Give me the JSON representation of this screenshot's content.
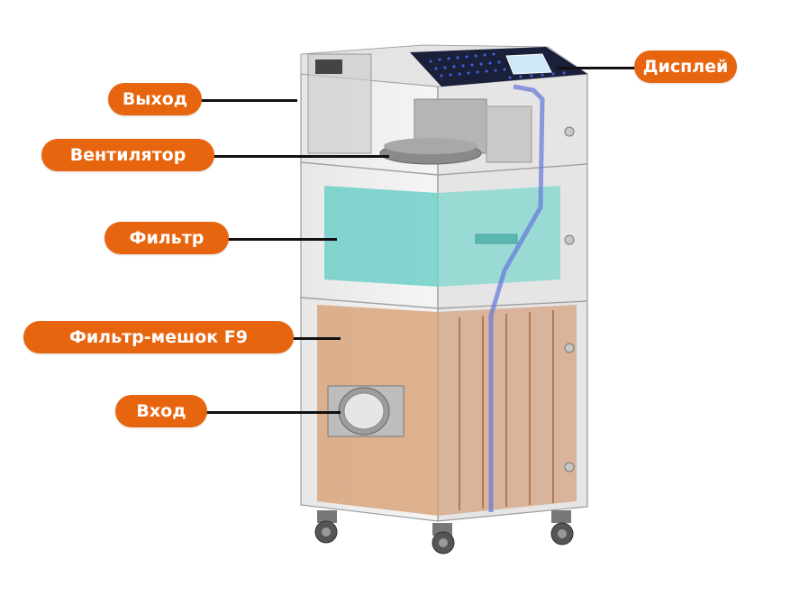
{
  "labels": {
    "exit": "Выход",
    "fan": "Вентилятор",
    "filter": "Фильтр",
    "bag_filter": "Фильтр-мешок F9",
    "inlet": "Вход",
    "display": "Дисплей"
  },
  "colors": {
    "label_bg": "#e8650f",
    "label_text": "#ffffff",
    "filter_teal": "#6fd0c8",
    "bag_tan": "#d9a47c",
    "panel_dark": "#1a1f3a",
    "screen": "#cfe8f5"
  }
}
